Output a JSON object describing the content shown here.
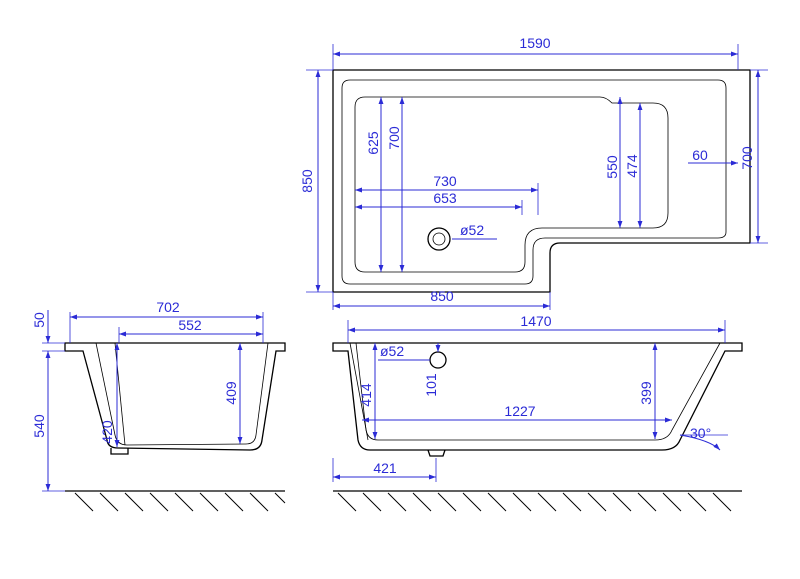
{
  "top_view": {
    "overall_length": "1590",
    "overall_width": "850",
    "width_right": "700",
    "inner_depth_left_a": "625",
    "inner_depth_left_b": "700",
    "inner_depth_right_a": "550",
    "inner_depth_right_b": "474",
    "step_offset": "60",
    "inner_length_a": "730",
    "inner_length_b": "653",
    "waste_diameter": "ø52",
    "narrow_length": "850"
  },
  "end_view": {
    "rim_height": "50",
    "overall_height": "540",
    "top_width": "702",
    "inner_width": "552",
    "depth_a": "409",
    "depth_b": "420"
  },
  "side_view": {
    "top_length": "1470",
    "waste_diameter": "ø52",
    "waste_offset": "101",
    "depth_left": "414",
    "depth_right": "399",
    "base_length": "1227",
    "angle": "30°",
    "waste_position": "421"
  },
  "colors": {
    "dimension": "#2b2bd6",
    "outline": "#000000"
  }
}
